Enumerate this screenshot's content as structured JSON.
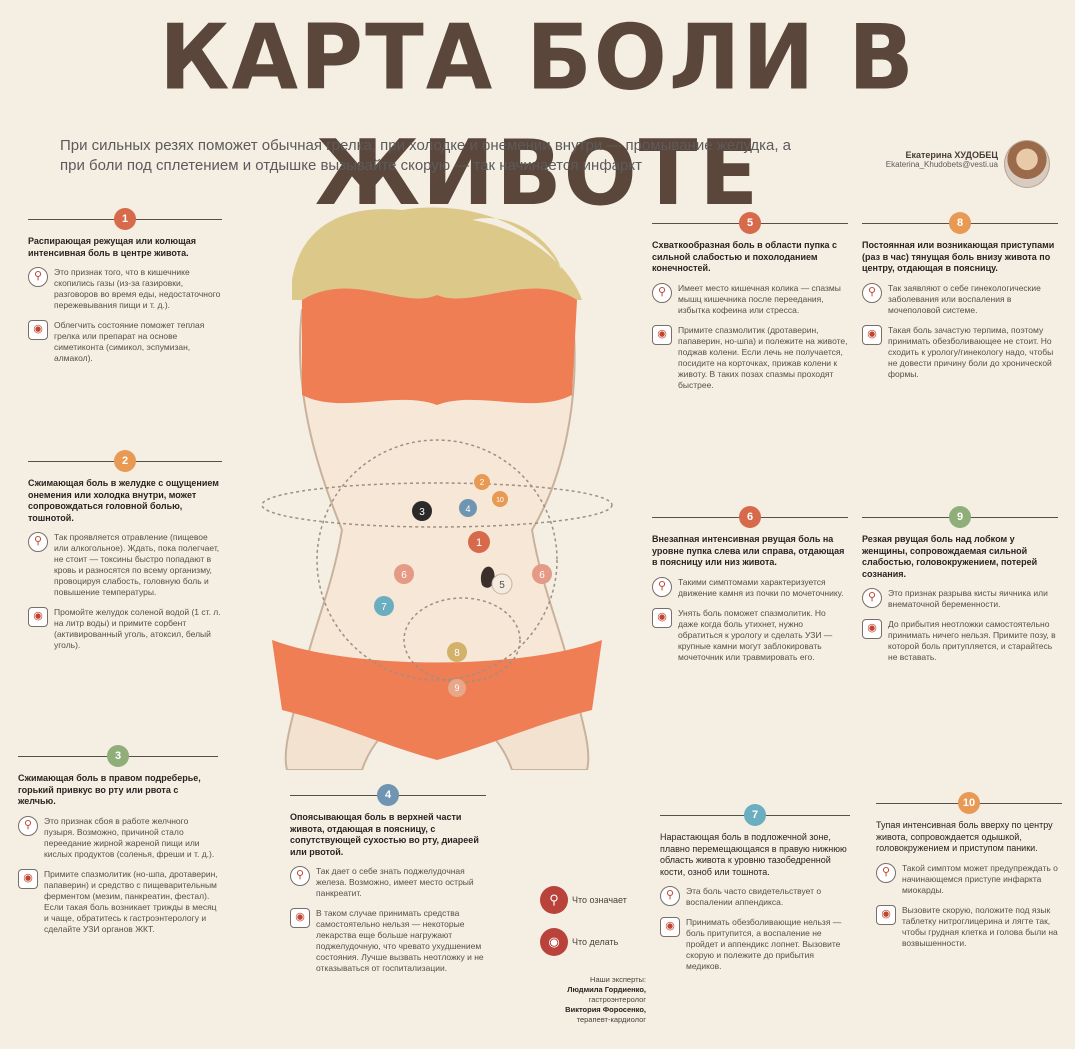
{
  "title": "КАРТА БОЛИ В ЖИВОТЕ",
  "lead": "При сильных резях поможет обычная грелка, при холодке и онемении внутри — промывание желудка, а при боли под сплетением и отдышке вызывайте скорую — так начинается инфаркт",
  "author": {
    "name": "Екатерина ХУДОБЕЦ",
    "email": "Ekaterina_Khudobets@vesti.ua"
  },
  "colors": {
    "red": "#d86a4c",
    "orange": "#e89a55",
    "green": "#8fae7a",
    "blue": "#6f95b3",
    "teal": "#6aaec0",
    "yellow": "#d2b16a",
    "bikini": "#ef7e55"
  },
  "sections": [
    {
      "num": "1",
      "color": "red",
      "heading": "Распирающая режущая или колющая интенсивная боль в центре живота.",
      "means": "Это признак того, что в кишечнике скопились газы (из-за газировки, разговоров во время еды, недостаточного пережевывания пищи и т. д.).",
      "todo": "Облегчить состояние поможет теплая грелка или препарат на основе симетиконта (симикол, эспумизан, алмакол)."
    },
    {
      "num": "2",
      "color": "orange",
      "heading": "Сжимающая боль в желудке с ощущением онемения или холодка внутри, может сопровождаться головной болью, тошнотой.",
      "means": "Так проявляется отравление (пищевое или алкогольное). Ждать, пока полегчает, не стоит — токсины быстро попадают в кровь и разносятся по всему организму, провоцируя слабость, головную боль и повышение температуры.",
      "todo": "Промойте желудок соленой водой (1 ст. л. на литр воды) и примите сорбент (активированный уголь, атоксил, белый уголь)."
    },
    {
      "num": "3",
      "color": "green",
      "heading": "Сжимающая боль в правом подреберье, горький привкус во рту или рвота с желчью.",
      "means": "Это признак сбоя в работе желчного пузыря. Возможно, причиной стало переедание жирной жареной пищи или кислых продуктов (соленья, фреши и т. д.).",
      "todo": "Примите спазмолитик (но-шпа, дротаверин, папаверин) и средство с пищеварительным ферментом (мезим, панкреатин, фестал). Если такая боль возникает трижды в месяц и чаще, обратитесь к гастроэнтерологу и сделайте УЗИ органов ЖКТ."
    },
    {
      "num": "4",
      "color": "blue",
      "heading": "Опоясывающая боль в верхней части живота, отдающая в поясницу, с сопутствующей сухостью во рту, диареей или рвотой.",
      "means": "Так дает о себе знать поджелудочная железа. Возможно, имеет место острый панкреатит.",
      "todo": "В таком случае принимать средства самостоятельно нельзя — некоторые лекарства еще больше нагружают поджелудочную, что чревато ухудшением состояния. Лучше вызвать неотложку и не отказываться от госпитализации."
    },
    {
      "num": "5",
      "color": "red",
      "heading": "Схваткообразная боль в области пупка с сильной слабостью и похолоданием конечностей.",
      "means": "Имеет место кишечная колика — спазмы мышц кишечника после переедания, избытка кофеина или стресса.",
      "todo": "Примите спазмолитик (дротаверин, папаверин, но-шпа) и полежите на животе, поджав колени. Если лечь не получается, посидите на корточках, прижав колени к животу. В таких позах спазмы проходят быстрее."
    },
    {
      "num": "6",
      "color": "red",
      "heading": "Внезапная интенсивная рвущая боль на уровне пупка слева или справа, отдающая в поясницу или низ живота.",
      "means": "Такими симптомами характеризуется движение камня из почки по мочеточнику.",
      "todo": "Унять боль поможет спазмолитик. Но даже когда боль утихнет, нужно обратиться к урологу и сделать УЗИ — крупные камни могут заблокировать мочеточник или травмировать его."
    },
    {
      "num": "7",
      "color": "teal",
      "heading": "Нарастающая боль в подложечной зоне, плавно перемещающаяся в правую нижнюю область живота к уровню тазобедренной кости, озноб или тошнота.",
      "means": "Эта боль часто свидетельствует о воспалении аппендикса.",
      "todo": "Принимать обезболивающие нельзя — боль притупится, а воспаление не пройдет и аппендикс лопнет. Вызовите скорую и полежите до прибытия медиков."
    },
    {
      "num": "8",
      "color": "orange",
      "heading": "Постоянная или возникающая приступами (раз в час) тянущая боль внизу живота по центру, отдающая в поясницу.",
      "means": "Так заявляют о себе гинекологические заболевания или воспаления в мочеполовой системе.",
      "todo": "Такая боль зачастую терпима, поэтому принимать обезболивающее не стоит. Но сходить к урологу/гинекологу надо, чтобы не довести причину боли до хронической формы."
    },
    {
      "num": "9",
      "color": "green",
      "heading": "Резкая рвущая боль над лобком у женщины, сопровождаемая сильной слабостью, головокружением, потерей сознания.",
      "means": "Это признак разрыва кисты яичника или внематочной беременности.",
      "todo": "До прибытия неотложки самостоятельно принимать ничего нельзя. Примите позу, в которой боль притупляется, и старайтесь не вставать."
    },
    {
      "num": "10",
      "color": "orange",
      "heading": "Тупая интенсивная боль вверху по центру живота, сопровождается одышкой, головокружением и приступом паники.",
      "means": "Такой симптом может предупреждать о начинающемся приступе инфаркта миокарды.",
      "todo": "Вызовите скорую, положите под язык таблетку нитроглицерина и лягте так, чтобы грудная клетка и голова были на возвышенности."
    }
  ],
  "legend": {
    "means_label": "Что означает",
    "todo_label": "Что делать"
  },
  "experts": {
    "heading": "Наши эксперты:",
    "e1_name": "Людмила Гордиенко,",
    "e1_role": "гастроэнтеролог",
    "e2_name": "Виктория Форосенко,",
    "e2_role": "терапевт-кардиолог"
  },
  "markers": [
    "1",
    "2",
    "3",
    "4",
    "5",
    "6",
    "7",
    "8",
    "9",
    "10"
  ]
}
